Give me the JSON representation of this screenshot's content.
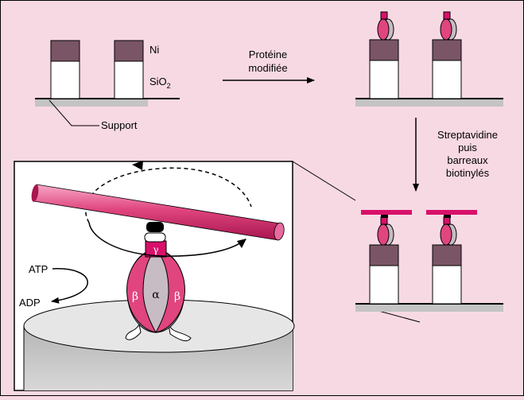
{
  "labels": {
    "ni": "Ni",
    "sio2_main": "SiO",
    "sio2_sub": "2",
    "support": "Support",
    "modified_protein_line1": "Protéine",
    "modified_protein_line2": "modifiée",
    "strept_line1": "Streptavidine",
    "strept_line2": "puis",
    "strept_line3": "barreaux",
    "strept_line4": "biotinylés",
    "atp": "ATP",
    "adp": "ADP",
    "gamma": "γ",
    "alpha": "α",
    "beta_left": "β",
    "beta_right": "β"
  },
  "colors": {
    "background": "#f7d9e3",
    "nickel": "#7a5566",
    "silica": "#ffffff",
    "pink": "#e0457f",
    "magenta": "#d8106a",
    "grey_subunit": "#c7bcc3",
    "support_shadow": "#b9b9b9",
    "support_top": "#e6e6e6"
  }
}
